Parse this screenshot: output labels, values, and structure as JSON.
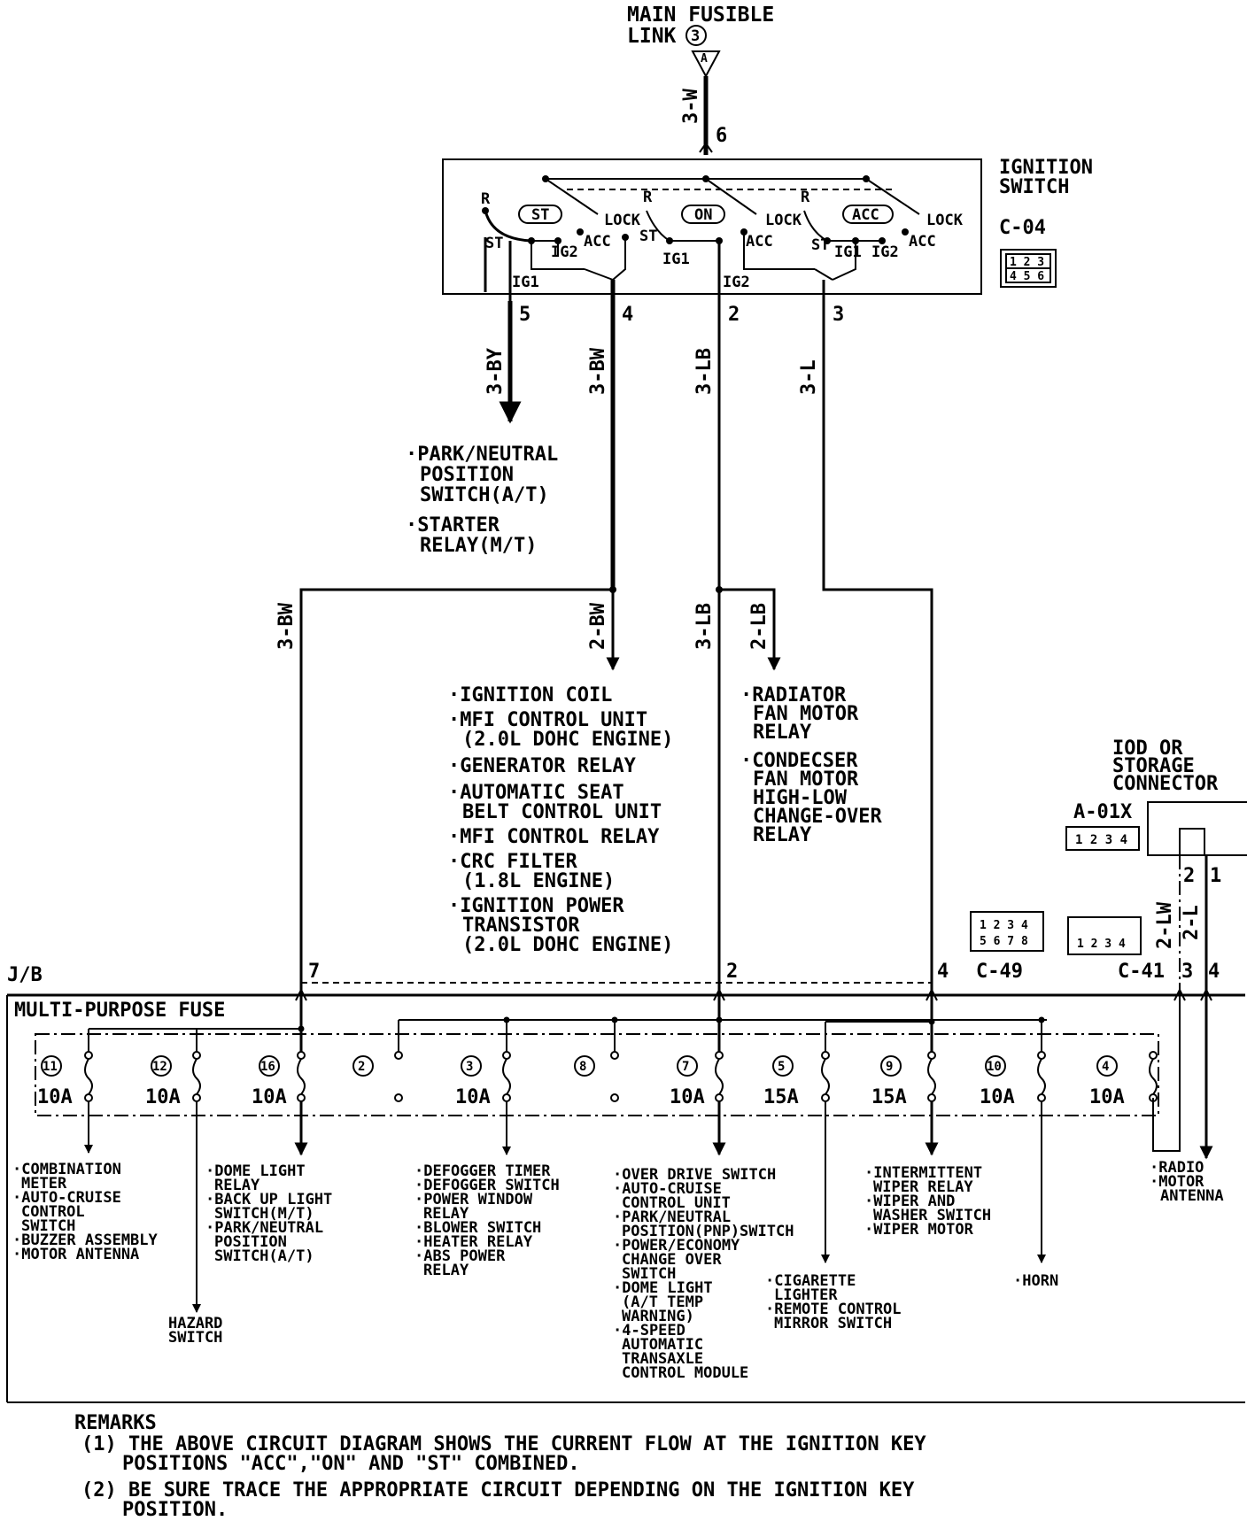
{
  "header": {
    "title_line1": "MAIN FUSIBLE",
    "title_line2": "LINK",
    "link_number": "3",
    "link_letter": "A"
  },
  "ignition_switch": {
    "title_line1": "IGNITION",
    "title_line2": "SWITCH",
    "connector": "C-04",
    "connector_pins_top": "1 2 3",
    "connector_pins_bottom": "4 5 6",
    "positions": [
      "ST",
      "ON",
      "ACC"
    ],
    "contact_labels": {
      "r": "R",
      "lock": "LOCK",
      "acc": "ACC",
      "st": "ST",
      "ig1": "IG1",
      "ig2": "IG2"
    },
    "supply_wire": "3-W",
    "supply_pin": "6"
  },
  "outputs": [
    {
      "pin": "5",
      "wire": "3-BY"
    },
    {
      "pin": "4",
      "wire": "3-BW"
    },
    {
      "pin": "2",
      "wire": "3-LB"
    },
    {
      "pin": "3",
      "wire": "3-L"
    }
  ],
  "starter_loads": [
    "·PARK/NEUTRAL",
    "POSITION",
    "SWITCH(A/T)",
    "·STARTER",
    "RELAY(M/T)"
  ],
  "branch_wires": {
    "left_bw": "3-BW",
    "coil_bw": "2-BW",
    "main_lb": "3-LB",
    "fan_lb": "2-LB"
  },
  "ignition_loads": [
    "·IGNITION COIL",
    "·MFI CONTROL UNIT",
    "(2.0L DOHC ENGINE)",
    "·GENERATOR RELAY",
    "·AUTOMATIC SEAT",
    "BELT CONTROL UNIT",
    "·MFI CONTROL RELAY",
    "·CRC FILTER",
    "(1.8L ENGINE)",
    "·IGNITION POWER",
    "TRANSISTOR",
    "(2.0L DOHC ENGINE)"
  ],
  "fan_loads": [
    "·RADIATOR",
    "FAN MOTOR",
    "RELAY",
    "·CONDECSER",
    "FAN MOTOR",
    "HIGH-LOW",
    "CHANGE-OVER",
    "RELAY"
  ],
  "iod": {
    "title_line1": "IOD OR",
    "title_line2": "STORAGE",
    "title_line3": "CONNECTOR",
    "connector": "A-01X",
    "pins": "1 2 3 4",
    "pin_left": "2",
    "pin_right": "1",
    "wire_left": "2-LW",
    "wire_right": "2-L"
  },
  "junction_block": {
    "jb_label": "J/B",
    "fuse_block_title": "MULTI-PURPOSE FUSE",
    "connector_c49": "C-49",
    "c49_pins_top": "1 2 3 4",
    "c49_pins_bottom": "5 6 7 8",
    "connector_c41": "C-41",
    "c41_pins": "1 2 3 4",
    "input_pins": [
      "7",
      "2",
      "4",
      "3",
      "4"
    ]
  },
  "fuses": [
    {
      "number": "11",
      "rating": "10A"
    },
    {
      "number": "12",
      "rating": "10A"
    },
    {
      "number": "16",
      "rating": "10A"
    },
    {
      "number": "2",
      "rating": ""
    },
    {
      "number": "3",
      "rating": "10A"
    },
    {
      "number": "8",
      "rating": ""
    },
    {
      "number": "7",
      "rating": "10A"
    },
    {
      "number": "5",
      "rating": "15A"
    },
    {
      "number": "9",
      "rating": "15A"
    },
    {
      "number": "10",
      "rating": "10A"
    },
    {
      "number": "4",
      "rating": "10A"
    }
  ],
  "fuse_loads": {
    "f11": [
      "·COMBINATION",
      "METER",
      "·AUTO-CRUISE",
      "CONTROL",
      "SWITCH",
      "·BUZZER ASSEMBLY",
      "·MOTOR ANTENNA"
    ],
    "f12": [
      "HAZARD",
      "SWITCH"
    ],
    "f16": [
      "·DOME LIGHT",
      "RELAY",
      "·BACK UP LIGHT",
      "SWITCH(M/T)",
      "·PARK/NEUTRAL",
      "POSITION",
      "SWITCH(A/T)"
    ],
    "f3": [
      "·DEFOGGER TIMER",
      "·DEFOGGER SWITCH",
      "·POWER WINDOW",
      "RELAY",
      "·BLOWER SWITCH",
      "·HEATER RELAY",
      "·ABS POWER",
      "RELAY"
    ],
    "f7": [
      "·OVER DRIVE SWITCH",
      "·AUTO-CRUISE",
      "CONTROL UNIT",
      "·PARK/NEUTRAL",
      "POSITION(PNP)SWITCH",
      "·POWER/ECONOMY",
      "CHANGE OVER",
      "SWITCH",
      "·DOME LIGHT",
      "(A/T TEMP",
      "WARNING)",
      "·4-SPEED",
      "AUTOMATIC",
      "TRANSAXLE",
      "CONTROL MODULE"
    ],
    "f5": [
      "·CIGARETTE",
      "LIGHTER",
      "·REMOTE CONTROL",
      "MIRROR SWITCH"
    ],
    "f9": [
      "·INTERMITTENT",
      "WIPER RELAY",
      "·WIPER AND",
      "WASHER SWITCH",
      "·WIPER MOTOR"
    ],
    "f10": [
      "·HORN"
    ],
    "f4": [
      "·RADIO",
      "·MOTOR",
      "ANTENNA"
    ]
  },
  "remarks": {
    "title": "REMARKS",
    "lines": [
      "(1) THE ABOVE CIRCUIT DIAGRAM SHOWS THE CURRENT FLOW AT THE IGNITION KEY",
      "POSITIONS \"ACC\",\"ON\" AND \"ST\" COMBINED.",
      "(2) BE SURE TRACE THE APPROPRIATE CIRCUIT DEPENDING ON THE IGNITION KEY",
      "POSITION."
    ]
  }
}
